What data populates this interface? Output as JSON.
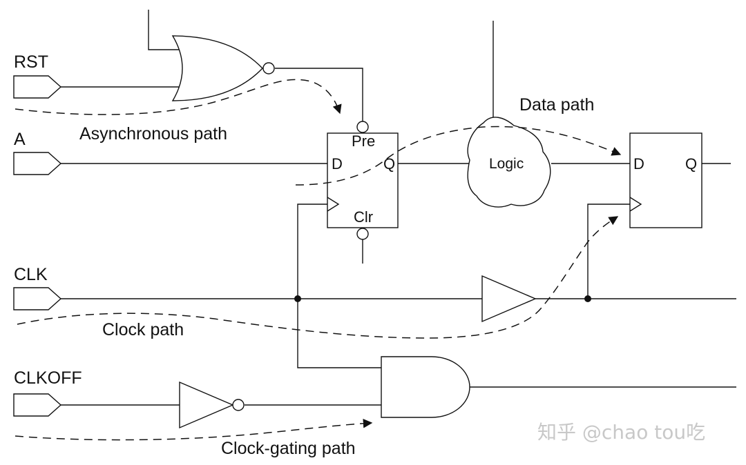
{
  "inputs": {
    "rst": "RST",
    "a": "A",
    "clk": "CLK",
    "clkoff": "CLKOFF"
  },
  "flipflop1": {
    "pre": "Pre",
    "d": "D",
    "q": "Q",
    "clr": "Clr"
  },
  "flipflop2": {
    "d": "D",
    "q": "Q"
  },
  "logic_block": "Logic",
  "paths": {
    "asynchronous": "Asynchronous path",
    "data": "Data path",
    "clock": "Clock path",
    "clock_gating": "Clock-gating path"
  },
  "watermark": "知乎 @chao tou吃"
}
